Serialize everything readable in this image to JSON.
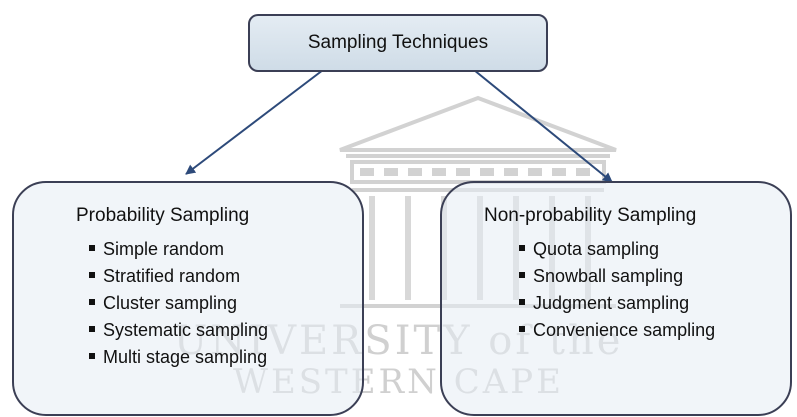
{
  "title": "Sampling Techniques",
  "watermark": {
    "line1": "UNIVERSITY of the",
    "line2": "WESTERN CAPE"
  },
  "categories": [
    {
      "title": "Probability Sampling",
      "items": [
        "Simple random",
        "Stratified random",
        "Cluster sampling",
        "Systematic sampling",
        "Multi stage sampling"
      ]
    },
    {
      "title": "Non-probability Sampling",
      "items": [
        "Quota sampling",
        "Snowball sampling",
        "Judgment sampling",
        "Convenience sampling"
      ]
    }
  ],
  "colors": {
    "border": "#3b3f55",
    "arrow": "#2d4a7a",
    "watermark": "#d0d0d0"
  }
}
